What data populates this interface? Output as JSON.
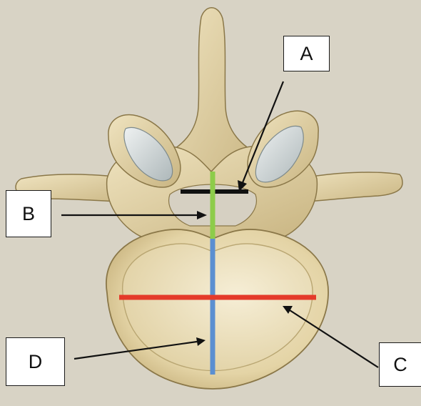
{
  "labels": {
    "a": "A",
    "b": "B",
    "c": "C",
    "d": "D"
  },
  "colors": {
    "background": "#d8d3c5",
    "bone": "#e9dcb4",
    "bone_shadow": "#b9a672",
    "bone_outline": "#8a7748",
    "cartilage": "#cfd6d8",
    "line_a": "#111111",
    "line_b": "#8dcc4a",
    "line_c": "#e43a2a",
    "line_d": "#5b8fd1",
    "arrow": "#111111"
  }
}
